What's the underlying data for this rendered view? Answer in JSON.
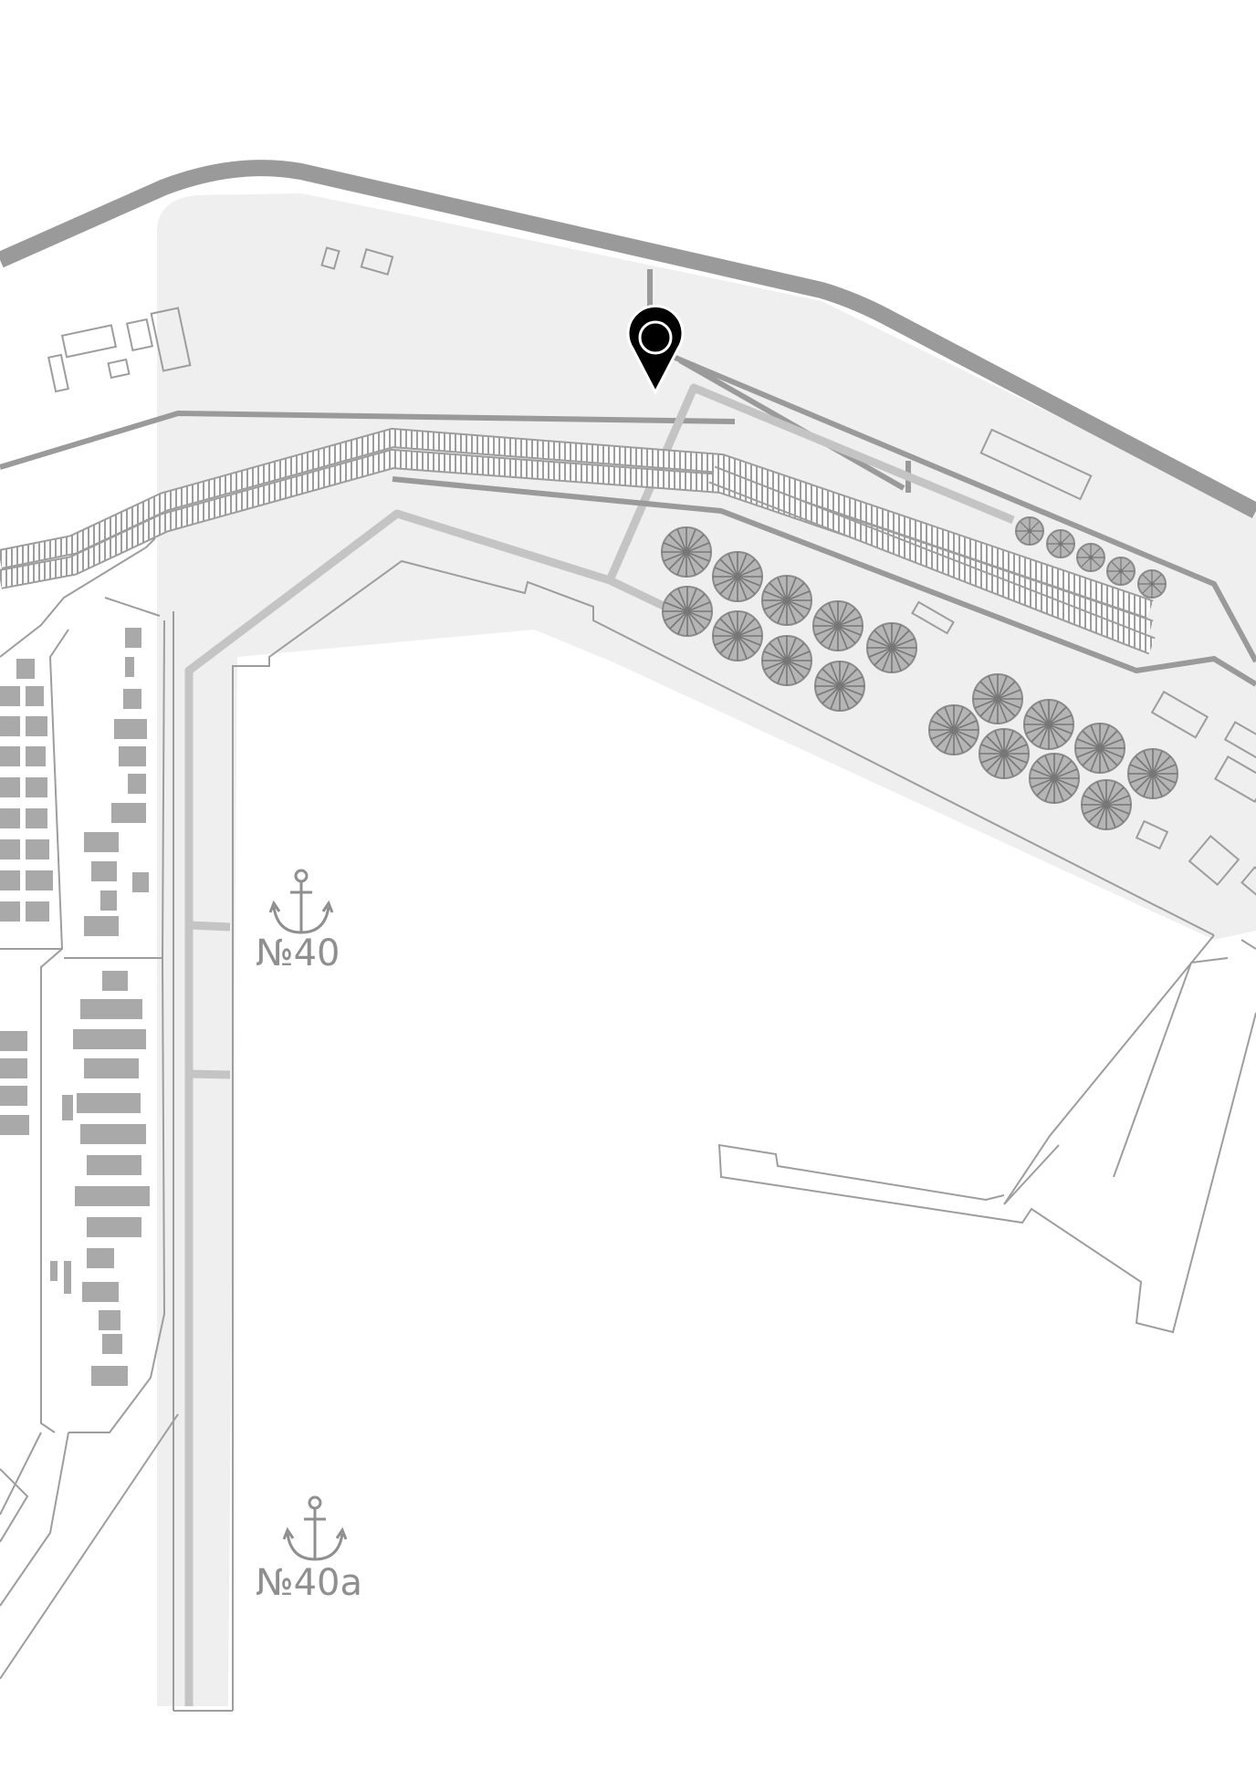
{
  "map": {
    "colors": {
      "background": "#ffffff",
      "port_area": "#efefef",
      "road_dark": "#9a9a9a",
      "road_light": "#c4c4c4",
      "outline": "#9d9d9d",
      "building_fill": "#a9a9a9",
      "marker": "#000000"
    },
    "berths": [
      {
        "id": "40",
        "label": "№40",
        "icon": "anchor-icon"
      },
      {
        "id": "40a",
        "label": "№40a",
        "icon": "anchor-icon"
      }
    ],
    "marker": {
      "icon": "location-pin-icon"
    }
  }
}
